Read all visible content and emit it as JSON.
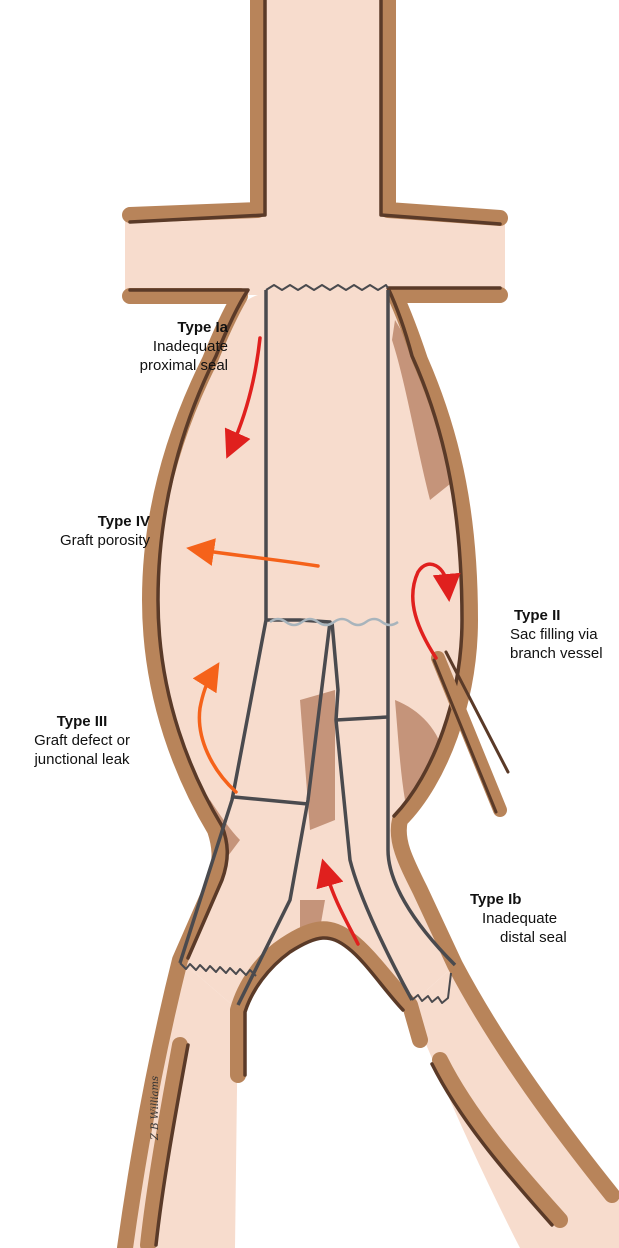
{
  "labels": {
    "type_ia": {
      "title": "Type Ia",
      "desc": [
        "Inadequate",
        "proximal seal"
      ]
    },
    "type_iv": {
      "title": "Type IV",
      "desc": [
        "Graft porosity"
      ]
    },
    "type_ii": {
      "title": "Type II",
      "desc": [
        "Sac filling via",
        "branch vessel"
      ]
    },
    "type_iii": {
      "title": "Type III",
      "desc": [
        "Graft defect or",
        "junctional leak"
      ]
    },
    "type_ib": {
      "title": "Type Ib",
      "desc": [
        "Inadequate",
        "distal seal"
      ]
    }
  },
  "signature": "Z B Williams",
  "colors": {
    "vessel_fill": "#f7dccd",
    "vessel_wall": "#b8845a",
    "wall_dark": "#5a3a28",
    "thrombus": "#9c5a36",
    "graft_line": "#4a4a4e",
    "graft_stitch": "#a8b4bc",
    "arrow_red": "#e0201e",
    "arrow_orange": "#f5621a"
  }
}
